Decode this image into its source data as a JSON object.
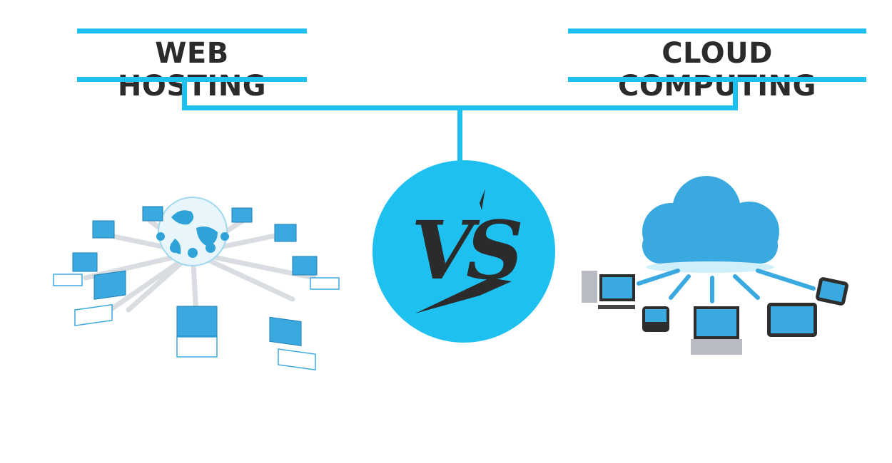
{
  "colors": {
    "accent": "#1ec0f0",
    "dark": "#2b2b2b",
    "light_blue": "#3aa9e0",
    "pale_blue": "#cfeffb"
  },
  "left": {
    "title": "WEB HOSTING",
    "icon": "network-globe-illustration"
  },
  "right": {
    "title": "CLOUD COMPUTING",
    "icon": "cloud-devices-illustration"
  },
  "center": {
    "label": "VS"
  }
}
